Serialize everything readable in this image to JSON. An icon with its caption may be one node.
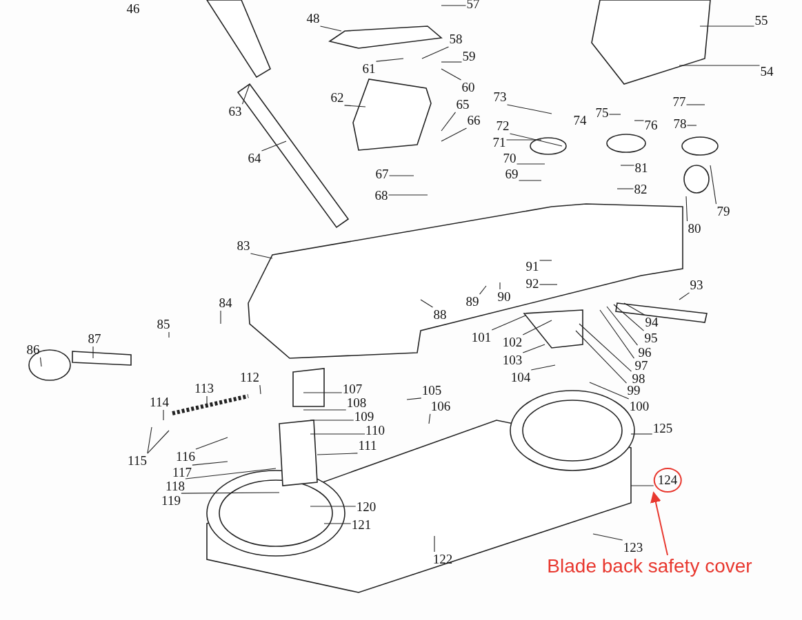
{
  "diagram": {
    "nodes": [
      {
        "text": [
          "46"
        ]
      },
      {
        "text": [
          "57"
        ]
      },
      {
        "text": [
          "48"
        ]
      },
      {
        "text": [
          "55"
        ]
      },
      {
        "text": [
          "58"
        ]
      },
      {
        "text": [
          "61"
        ]
      },
      {
        "text": [
          "59"
        ]
      },
      {
        "text": [
          "54"
        ]
      },
      {
        "text": [
          "60"
        ]
      },
      {
        "text": [
          "62"
        ]
      },
      {
        "text": [
          "63"
        ]
      },
      {
        "text": [
          "73"
        ]
      },
      {
        "text": [
          "65"
        ]
      },
      {
        "text": [
          "74"
        ]
      },
      {
        "text": [
          "75"
        ]
      },
      {
        "text": [
          "77"
        ]
      },
      {
        "text": [
          "66"
        ]
      },
      {
        "text": [
          "76"
        ]
      },
      {
        "text": [
          "78"
        ]
      },
      {
        "text": [
          "72"
        ]
      },
      {
        "text": [
          "71"
        ]
      },
      {
        "text": [
          "64"
        ]
      },
      {
        "text": [
          "70"
        ]
      },
      {
        "text": [
          "81"
        ]
      },
      {
        "text": [
          "67"
        ]
      },
      {
        "text": [
          "69"
        ]
      },
      {
        "text": [
          "82"
        ]
      },
      {
        "text": [
          "68"
        ]
      },
      {
        "text": [
          "79"
        ]
      },
      {
        "text": [
          "80"
        ]
      },
      {
        "text": [
          "83"
        ]
      },
      {
        "text": [
          "91"
        ]
      },
      {
        "text": [
          "92"
        ]
      },
      {
        "text": [
          "93"
        ]
      },
      {
        "text": [
          "89"
        ]
      },
      {
        "text": [
          "90"
        ]
      },
      {
        "text": [
          "84"
        ]
      },
      {
        "text": [
          "88"
        ]
      },
      {
        "text": [
          "94"
        ]
      },
      {
        "text": [
          "85"
        ]
      },
      {
        "text": [
          "87"
        ]
      },
      {
        "text": [
          "95"
        ]
      },
      {
        "text": [
          "86"
        ]
      },
      {
        "text": [
          "101"
        ]
      },
      {
        "text": [
          "96"
        ]
      },
      {
        "text": [
          "102"
        ]
      },
      {
        "text": [
          "97"
        ]
      },
      {
        "text": [
          "103"
        ]
      },
      {
        "text": [
          "98"
        ]
      },
      {
        "text": [
          "104"
        ]
      },
      {
        "text": [
          "112"
        ]
      },
      {
        "text": [
          "105"
        ]
      },
      {
        "text": [
          "107"
        ]
      },
      {
        "text": [
          "99"
        ]
      },
      {
        "text": [
          "113"
        ]
      },
      {
        "text": [
          "108"
        ]
      },
      {
        "text": [
          "100"
        ]
      },
      {
        "text": [
          "106"
        ]
      },
      {
        "text": [
          "109"
        ]
      },
      {
        "text": [
          "114"
        ]
      },
      {
        "text": [
          "110"
        ]
      },
      {
        "text": [
          "125"
        ]
      },
      {
        "text": [
          "115"
        ]
      },
      {
        "text": [
          "116"
        ]
      },
      {
        "text": [
          "111"
        ]
      },
      {
        "text": [
          "117"
        ]
      },
      {
        "text": [
          "124"
        ]
      },
      {
        "text": [
          "118"
        ]
      },
      {
        "text": [
          "119"
        ]
      },
      {
        "text": [
          "120"
        ]
      },
      {
        "text": [
          "121"
        ]
      },
      {
        "text": [
          "123"
        ]
      },
      {
        "text": [
          "122"
        ]
      },
      {
        "text": [
          "Blade back safety cover"
        ]
      }
    ],
    "edges": [
      {
        "from": 1,
        "to": null,
        "arrow": "none"
      },
      {
        "from": 2,
        "to": null,
        "arrow": "none"
      },
      {
        "from": 3,
        "to": null,
        "arrow": "none"
      },
      {
        "from": 4,
        "to": null,
        "arrow": "none"
      },
      {
        "from": 5,
        "to": null,
        "arrow": "none"
      },
      {
        "from": 6,
        "to": null,
        "arrow": "none"
      },
      {
        "from": 7,
        "to": null,
        "arrow": "none"
      },
      {
        "from": 8,
        "to": null,
        "arrow": "none"
      },
      {
        "from": 9,
        "to": null,
        "arrow": "none"
      },
      {
        "from": 10,
        "to": null,
        "arrow": "none"
      },
      {
        "from": 11,
        "to": null,
        "arrow": "none"
      },
      {
        "from": 12,
        "to": null,
        "arrow": "none"
      },
      {
        "from": 14,
        "to": null,
        "arrow": "none"
      },
      {
        "from": 15,
        "to": null,
        "arrow": "none"
      },
      {
        "from": 16,
        "to": null,
        "arrow": "none"
      },
      {
        "from": 17,
        "to": null,
        "arrow": "none"
      },
      {
        "from": 18,
        "to": null,
        "arrow": "none"
      },
      {
        "from": 19,
        "to": null,
        "arrow": "none"
      },
      {
        "from": 20,
        "to": null,
        "arrow": "none"
      },
      {
        "from": 21,
        "to": null,
        "arrow": "none"
      },
      {
        "from": 22,
        "to": null,
        "arrow": "none"
      },
      {
        "from": 23,
        "to": null,
        "arrow": "none"
      },
      {
        "from": 24,
        "to": null,
        "arrow": "none"
      },
      {
        "from": 25,
        "to": null,
        "arrow": "none"
      },
      {
        "from": 26,
        "to": null,
        "arrow": "none"
      },
      {
        "from": 27,
        "to": null,
        "arrow": "none"
      },
      {
        "from": 28,
        "to": null,
        "arrow": "none"
      },
      {
        "from": 29,
        "to": null,
        "arrow": "none"
      },
      {
        "from": 30,
        "to": null,
        "arrow": "none"
      },
      {
        "from": 31,
        "to": null,
        "arrow": "none"
      },
      {
        "from": 32,
        "to": null,
        "arrow": "none"
      },
      {
        "from": 33,
        "to": null,
        "arrow": "none"
      },
      {
        "from": 34,
        "to": null,
        "arrow": "none"
      },
      {
        "from": 35,
        "to": null,
        "arrow": "none"
      },
      {
        "from": 36,
        "to": null,
        "arrow": "none"
      },
      {
        "from": 37,
        "to": null,
        "arrow": "none"
      },
      {
        "from": 38,
        "to": null,
        "arrow": "none"
      },
      {
        "from": 39,
        "to": null,
        "arrow": "none"
      },
      {
        "from": 40,
        "to": null,
        "arrow": "none"
      },
      {
        "from": 41,
        "to": null,
        "arrow": "none"
      },
      {
        "from": 42,
        "to": null,
        "arrow": "none"
      },
      {
        "from": 43,
        "to": null,
        "arrow": "none"
      },
      {
        "from": 44,
        "to": null,
        "arrow": "none"
      },
      {
        "from": 45,
        "to": null,
        "arrow": "none"
      },
      {
        "from": 46,
        "to": null,
        "arrow": "none"
      },
      {
        "from": 47,
        "to": null,
        "arrow": "none"
      },
      {
        "from": 48,
        "to": null,
        "arrow": "none"
      },
      {
        "from": 49,
        "to": null,
        "arrow": "none"
      },
      {
        "from": 50,
        "to": null,
        "arrow": "none"
      },
      {
        "from": 51,
        "to": null,
        "arrow": "none"
      },
      {
        "from": 52,
        "to": null,
        "arrow": "none"
      },
      {
        "from": 53,
        "to": null,
        "arrow": "none"
      },
      {
        "from": 54,
        "to": null,
        "arrow": "none"
      },
      {
        "from": 55,
        "to": null,
        "arrow": "none"
      },
      {
        "from": 56,
        "to": null,
        "arrow": "none"
      },
      {
        "from": 57,
        "to": null,
        "arrow": "none"
      },
      {
        "from": 58,
        "to": null,
        "arrow": "none"
      },
      {
        "from": 59,
        "to": null,
        "arrow": "none"
      },
      {
        "from": 60,
        "to": null,
        "arrow": "none"
      },
      {
        "from": 61,
        "to": null,
        "arrow": "none"
      },
      {
        "from": 62,
        "to": null,
        "arrow": "none"
      },
      {
        "from": 62,
        "to": null,
        "arrow": "none"
      },
      {
        "from": 63,
        "to": null,
        "arrow": "none"
      },
      {
        "from": 64,
        "to": null,
        "arrow": "none"
      },
      {
        "from": 65,
        "to": null,
        "arrow": "none"
      },
      {
        "from": 66,
        "to": null,
        "arrow": "none"
      },
      {
        "from": 67,
        "to": null,
        "arrow": "none"
      },
      {
        "from": 68,
        "to": null,
        "arrow": "none"
      },
      {
        "from": 69,
        "to": null,
        "arrow": "none"
      },
      {
        "from": 70,
        "to": null,
        "arrow": "none"
      },
      {
        "from": 71,
        "to": null,
        "arrow": "none"
      },
      {
        "from": 72,
        "to": null,
        "arrow": "none"
      },
      {
        "from": 73,
        "to": 66,
        "arrow": "to",
        "color": "#e8382f"
      }
    ]
  }
}
